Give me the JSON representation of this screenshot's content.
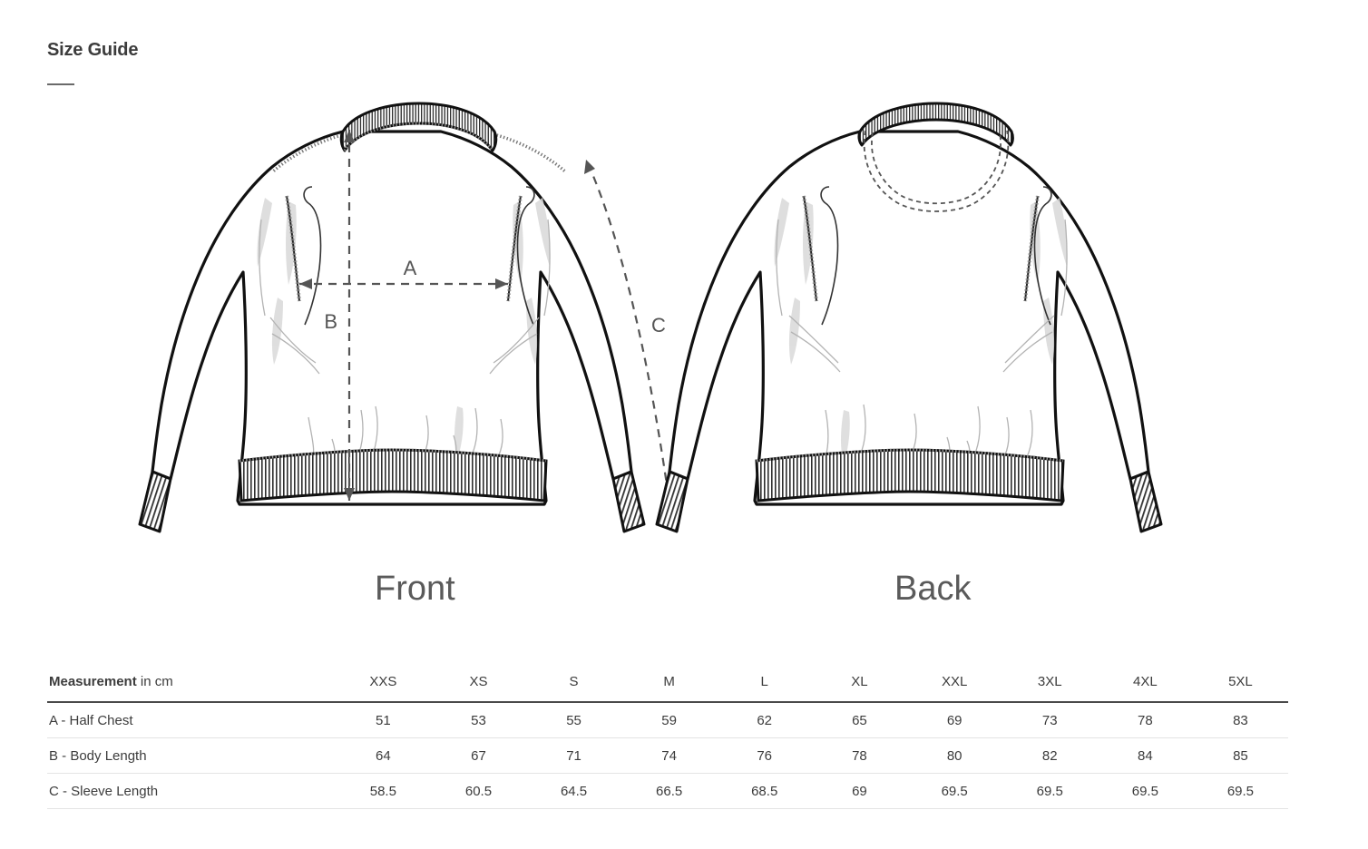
{
  "header": {
    "title": "Size Guide"
  },
  "illustration": {
    "front_label": "Front",
    "back_label": "Back",
    "measure_marks": {
      "a": "A",
      "b": "B",
      "c": "C"
    }
  },
  "table": {
    "measurement_header_bold": "Measurement",
    "measurement_header_unit": " in cm",
    "sizes": [
      "XXS",
      "XS",
      "S",
      "M",
      "L",
      "XL",
      "XXL",
      "3XL",
      "4XL",
      "5XL"
    ],
    "rows": [
      {
        "label": "A - Half Chest",
        "values": [
          "51",
          "53",
          "55",
          "59",
          "62",
          "65",
          "69",
          "73",
          "78",
          "83"
        ]
      },
      {
        "label": "B - Body Length",
        "values": [
          "64",
          "67",
          "71",
          "74",
          "76",
          "78",
          "80",
          "82",
          "84",
          "85"
        ]
      },
      {
        "label": "C - Sleeve Length",
        "values": [
          "58.5",
          "60.5",
          "64.5",
          "66.5",
          "68.5",
          "69",
          "69.5",
          "69.5",
          "69.5",
          "69.5"
        ]
      }
    ]
  },
  "colors": {
    "text": "#3c3c3c",
    "rule": "#4a4a4a",
    "row_divider": "#e4e4e4",
    "garment_outline": "#111111",
    "dimension_line": "#555555",
    "shading": "#d8d8d8"
  }
}
